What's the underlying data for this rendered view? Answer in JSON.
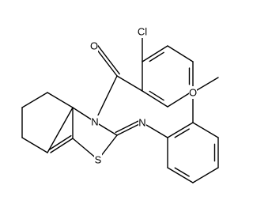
{
  "atoms": [
    {
      "id": "cl",
      "label": "Cl"
    },
    {
      "id": "o_carbonyl",
      "label": "O"
    },
    {
      "id": "n_ring",
      "label": "N"
    },
    {
      "id": "n_imine",
      "label": "N"
    },
    {
      "id": "s_ring",
      "label": "S"
    },
    {
      "id": "o_methoxy",
      "label": "O"
    }
  ],
  "colors": {
    "bond": "#000000",
    "label": "#000000",
    "background": "#ffffff"
  }
}
